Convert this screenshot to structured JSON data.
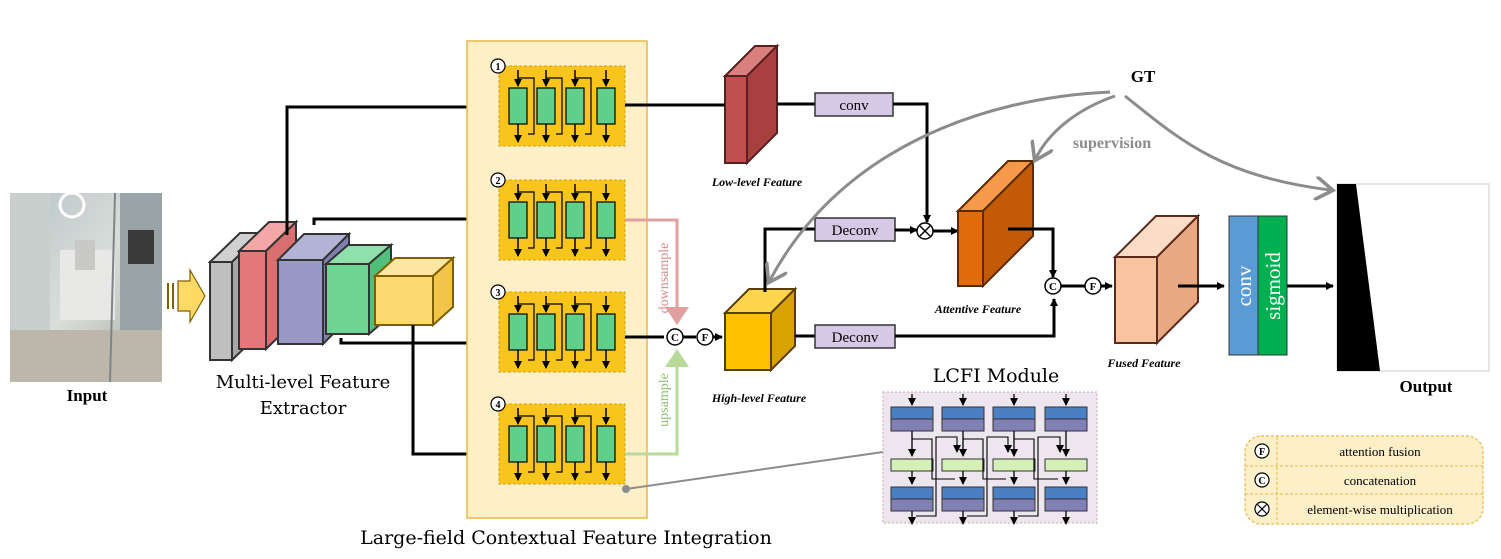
{
  "labels": {
    "input": "Input",
    "extractor_line1": "Multi-level Feature",
    "extractor_line2": "Extractor",
    "lcfi_title": "Large-field Contextual Feature Integration",
    "low_level": "Low-level Feature",
    "high_level": "High-level Feature",
    "attentive": "Attentive Feature",
    "fused": "Fused Feature",
    "output": "Output",
    "gt": "GT",
    "supervision": "supervision",
    "downsample": "downsample",
    "upsample": "upsample",
    "lcfi_module": "LCFI Module",
    "conv_box": "conv",
    "deconv_top": "Deconv",
    "deconv_bottom": "Deconv",
    "head_conv": "conv",
    "head_sigmoid": "sigmoid"
  },
  "branches": [
    "1",
    "2",
    "3",
    "4"
  ],
  "symbols": {
    "fusion": "F",
    "concat": "C",
    "multiply": "⊗"
  },
  "legend": [
    {
      "symbol": "F",
      "text": "attention fusion"
    },
    {
      "symbol": "C",
      "text": "concatenation"
    },
    {
      "symbol": "⊗",
      "text": "element-wise multiplication"
    }
  ],
  "colors": {
    "lcfi_panel": "#fdefc8",
    "lcfi_border": "#e8b94a",
    "block_yellow": "#f7c51c",
    "block_green": "#5fcf8a",
    "low_feature": "#c0504d",
    "high_feature": "#ffc000",
    "attentive_feature": "#e36c0a",
    "fused_feature": "#f8c4a0",
    "conv_box": "#d6c9e6",
    "head_conv": "#5b9bd5",
    "head_sigmoid": "#00b050",
    "downsample_arrow": "#e0a0a0",
    "upsample_arrow": "#b7d99a",
    "gt_arrow": "#8c8c8c",
    "legend_bg": "#fdefc8"
  }
}
